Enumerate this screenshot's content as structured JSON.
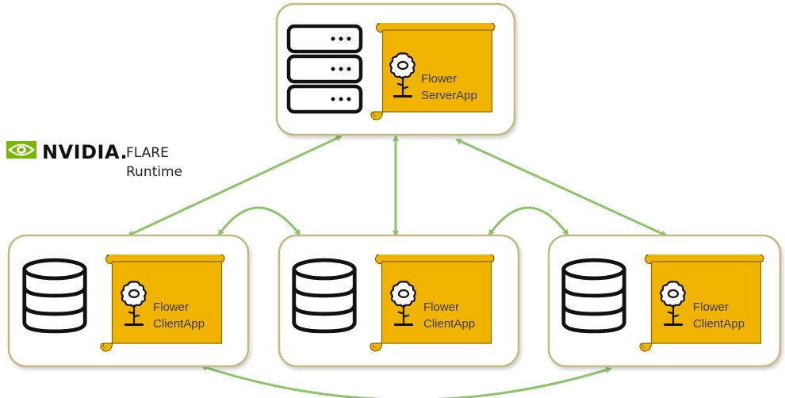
{
  "branding": {
    "logo_text": "NVIDIA.",
    "product_line1": "FLARE",
    "product_line2": "Runtime"
  },
  "server": {
    "app_line1": "Flower",
    "app_line2": "ServerApp"
  },
  "clients": [
    {
      "app_line1": "Flower",
      "app_line2": "ClientApp"
    },
    {
      "app_line1": "Flower",
      "app_line2": "ClientApp"
    },
    {
      "app_line1": "Flower",
      "app_line2": "ClientApp"
    }
  ],
  "colors": {
    "box_border": "#c7b880",
    "scroll_fill": "#f0b400",
    "scroll_stroke": "#8a6a00",
    "arrow": "#8cc46a",
    "nvidia_green": "#76b900"
  },
  "icons": {
    "server": "server-rack-icon",
    "client": "database-icon",
    "flower": "flower-icon",
    "scroll": "scroll-icon"
  }
}
